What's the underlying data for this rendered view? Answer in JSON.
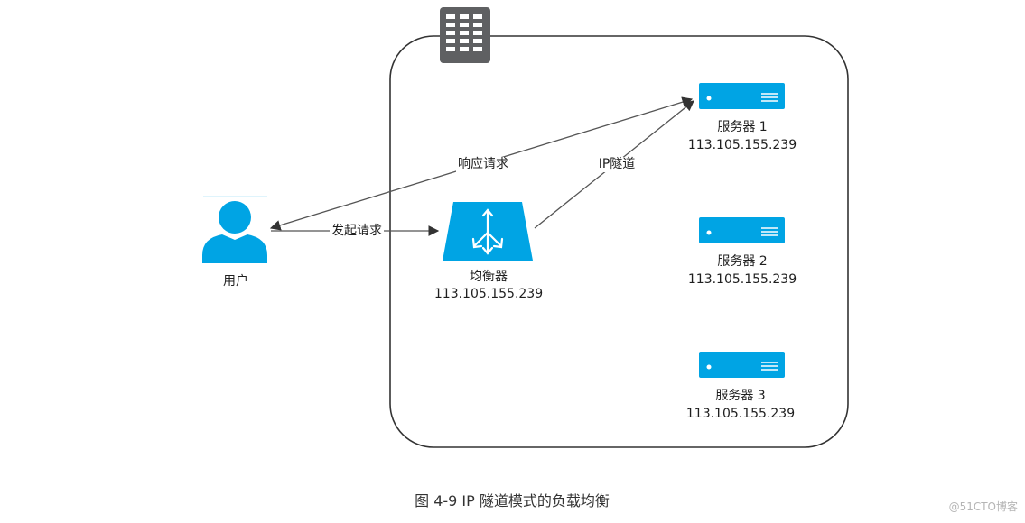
{
  "user": {
    "label": "用户"
  },
  "balancer": {
    "name": "均衡器",
    "ip": "113.105.155.239"
  },
  "servers": [
    {
      "name": "服务器 1",
      "ip": "113.105.155.239"
    },
    {
      "name": "服务器 2",
      "ip": "113.105.155.239"
    },
    {
      "name": "服务器 3",
      "ip": "113.105.155.239"
    }
  ],
  "edges": {
    "request": "发起请求",
    "tunnel": "IP隧道",
    "response": "响应请求"
  },
  "caption": "图 4-9 IP 隧道模式的负载均衡",
  "watermark": "@51CTO博客",
  "colors": {
    "icon_blue": "#00a4e4",
    "frame": "#333333",
    "building_icon": "#5f6062",
    "line": "#555555"
  },
  "icons": {
    "datacenter": "building-icon",
    "user": "user-icon",
    "balancer": "load-balancer-icon",
    "server": "server-icon"
  }
}
